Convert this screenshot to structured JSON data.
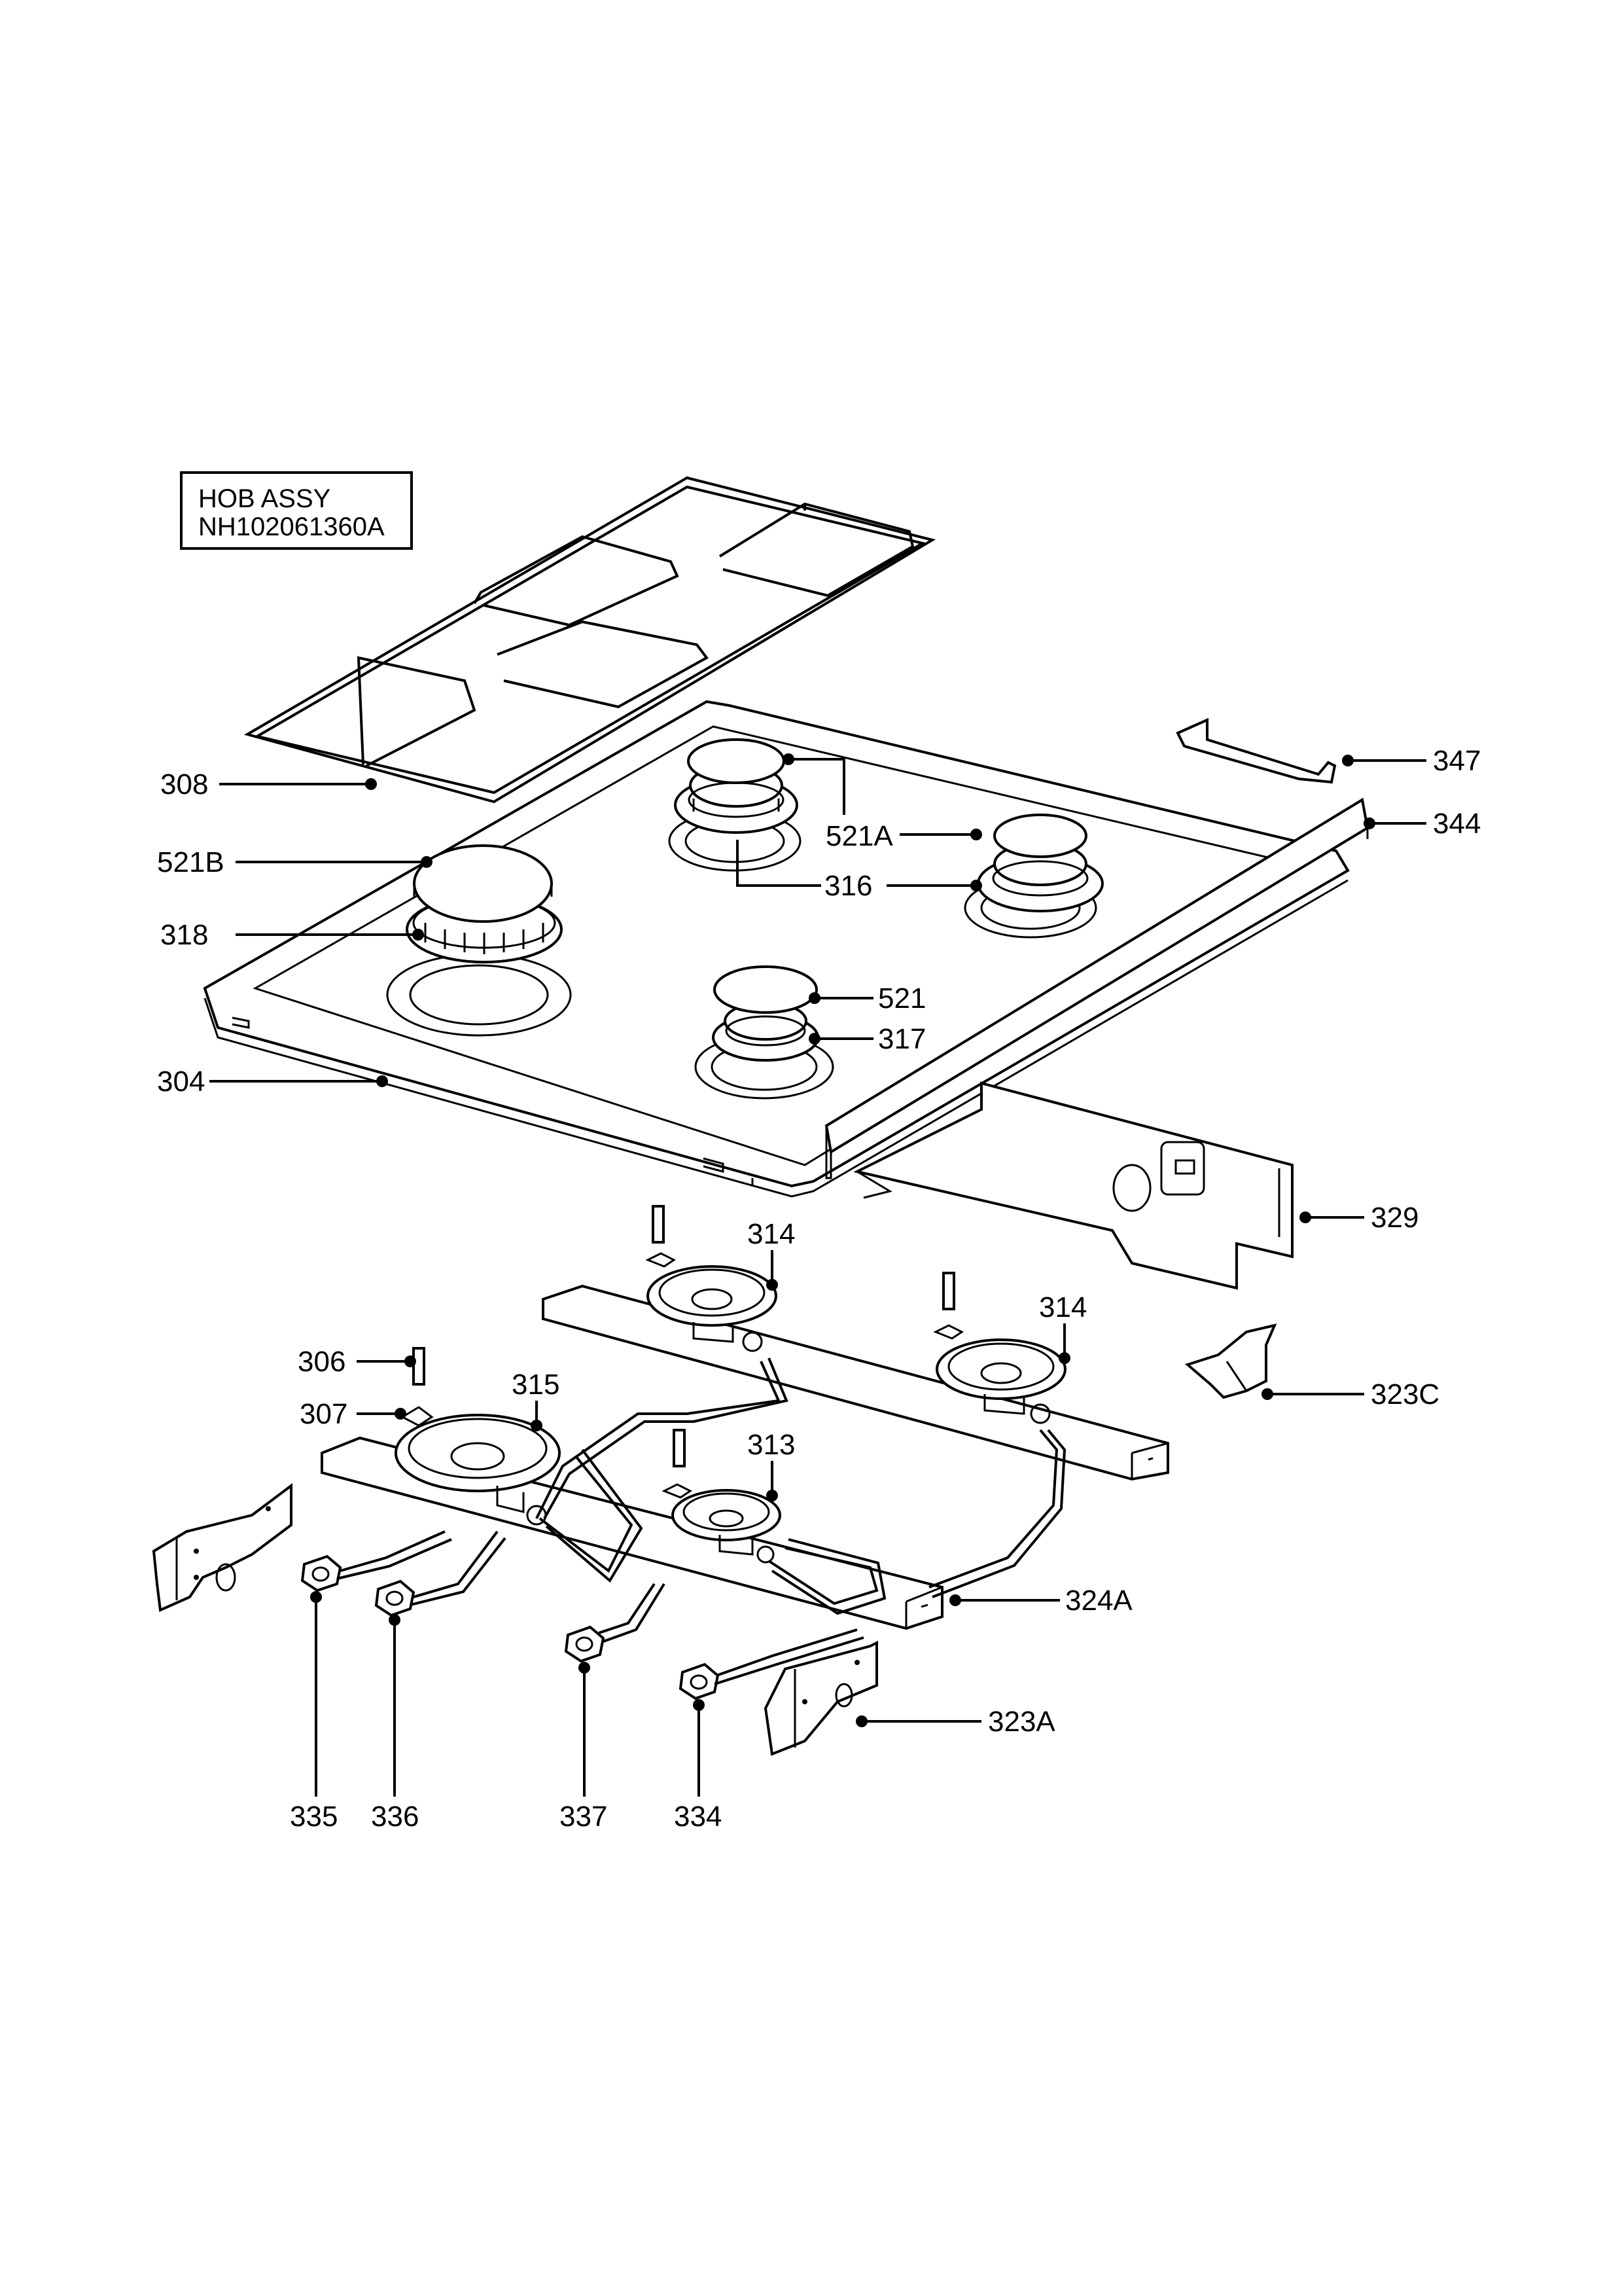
{
  "title_box": {
    "line1": "HOB ASSY",
    "line2": "NH102061360A"
  },
  "labels": {
    "308": "308",
    "521B": "521B",
    "318": "318",
    "304": "304",
    "521A": "521A",
    "316": "316",
    "521": "521",
    "317": "317",
    "347": "347",
    "344": "344",
    "329": "329",
    "314a": "314",
    "314b": "314",
    "306": "306",
    "307": "307",
    "315": "315",
    "313": "313",
    "323C": "323C",
    "324A": "324A",
    "323A": "323A",
    "335": "335",
    "336": "336",
    "337": "337",
    "334": "334"
  }
}
